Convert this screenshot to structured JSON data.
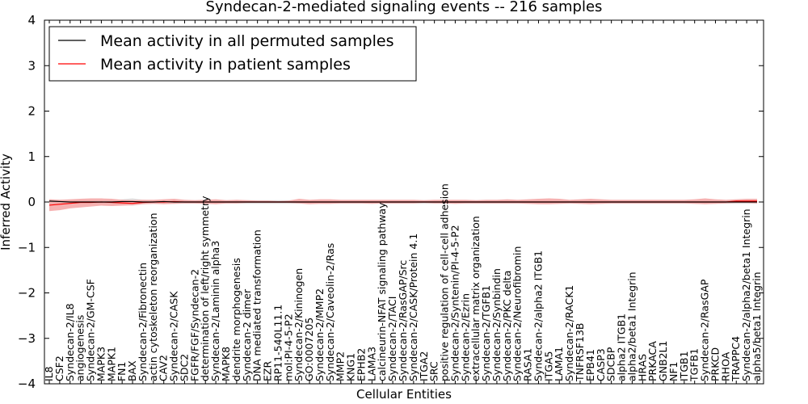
{
  "chart_data": {
    "type": "line",
    "title": "Syndecan-2-mediated signaling events -- 216 samples",
    "xlabel": "Cellular Entities",
    "ylabel": "Inferred Activity",
    "ylim": [
      -4,
      4
    ],
    "yticks": [
      -4,
      -3,
      -2,
      -1,
      0,
      1,
      2,
      3,
      4
    ],
    "legend_position": "top-left",
    "categories": [
      "IL8",
      "CSF2",
      "Syndecan-2/IL8",
      "angiogenesis",
      "Syndecan-2/GM-CSF",
      "MAPK3",
      "MAPK1",
      "FN1",
      "BAX",
      "Syndecan-2/Fibronectin",
      "actin cytoskeleton reorganization",
      "CAV2",
      "Syndecan-2/CASK",
      "SDC2",
      "FGFR/FGF/Syndecan-2",
      "determination of left/right symmetry",
      "Syndecan-2/Laminin alpha3",
      "MAPK8",
      "dendrite morphogenesis",
      "Syndecan-2 dimer",
      "DNA mediated transformation",
      "EZR",
      "RP11-540L11.1",
      "mol:PI-4-5-P2",
      "Syndecan-2/Kininogen",
      "GO:0007205",
      "Syndecan-2/MMP2",
      "Syndecan-2/Caveolin-2/Ras",
      "MMP2",
      "KNG1",
      "EPHB2",
      "LAMA3",
      "calcineurin-NFAT signaling pathway",
      "Syndecan-2/TACI",
      "Syndecan-2/RasGAP/Src",
      "Syndecan-2/CASK/Protein 4.1",
      "ITGA2",
      "SRC",
      "positive regulation of cell-cell adhesion",
      "Syndecan-2/Syntenin/PI-4-5-P2",
      "Syndecan-2/Ezrin",
      "extracellular matrix organization",
      "Syndecan-2/TGFB1",
      "Syndecan-2/Synbindin",
      "Syndecan-2/PKC delta",
      "Syndecan-2/Neurofibromin",
      "RASA1",
      "Syndecan-2/alpha2 ITGB1",
      "ITGA5",
      "LAMA1",
      "Syndecan-2/RACK1",
      "TNFRSF13B",
      "EPB41",
      "CASP3",
      "SDCBP",
      "alpha2 ITGB1",
      "alpha2/beta1 Integrin",
      "HRAS",
      "PRKACA",
      "GNB2L1",
      "NF1",
      "ITGB1",
      "TGFB1",
      "Syndecan-2/RasGAP",
      "PRKCD",
      "RHOA",
      "TRAPPC4",
      "Syndecan-2/alpha2/beta1 Integrin",
      "alpha5/beta1 Integrin"
    ],
    "series": [
      {
        "name": "Mean activity in all permuted samples",
        "color": "#000000",
        "values": [
          0.02,
          0.01,
          0.0,
          0.0,
          0.0,
          0.0,
          0.0,
          0.01,
          0.01,
          0.0,
          0.0,
          0.01,
          0.0,
          0.0,
          0.0,
          0.0,
          0.0,
          0.0,
          0.0,
          0.0,
          0.0,
          0.0,
          0.0,
          0.0,
          0.0,
          0.0,
          0.0,
          0.0,
          0.0,
          0.0,
          0.0,
          0.0,
          0.0,
          0.0,
          0.0,
          0.0,
          0.0,
          0.0,
          0.0,
          0.0,
          0.0,
          0.0,
          0.0,
          0.0,
          0.0,
          0.0,
          0.0,
          0.0,
          0.0,
          0.0,
          0.0,
          0.0,
          0.0,
          0.0,
          0.0,
          0.0,
          0.0,
          0.0,
          0.0,
          0.0,
          0.0,
          0.0,
          0.0,
          0.0,
          0.0,
          0.0,
          0.0,
          0.0,
          0.0
        ],
        "band_low": [
          -0.06,
          -0.05,
          -0.04,
          -0.04,
          -0.04,
          -0.04,
          -0.04,
          -0.06,
          -0.08,
          -0.05,
          -0.04,
          -0.04,
          -0.04,
          -0.04,
          -0.04,
          -0.04,
          -0.04,
          -0.04,
          -0.04,
          -0.04,
          -0.04,
          -0.04,
          -0.04,
          -0.04,
          -0.04,
          -0.04,
          -0.04,
          -0.04,
          -0.04,
          -0.04,
          -0.04,
          -0.04,
          -0.04,
          -0.04,
          -0.04,
          -0.04,
          -0.04,
          -0.04,
          -0.04,
          -0.04,
          -0.04,
          -0.04,
          -0.04,
          -0.04,
          -0.04,
          -0.04,
          -0.04,
          -0.04,
          -0.04,
          -0.04,
          -0.04,
          -0.04,
          -0.04,
          -0.04,
          -0.04,
          -0.04,
          -0.04,
          -0.04,
          -0.04,
          -0.04,
          -0.04,
          -0.04,
          -0.04,
          -0.04,
          -0.04,
          -0.04,
          -0.04,
          -0.04,
          -0.04
        ],
        "band_high": [
          0.06,
          0.05,
          0.04,
          0.04,
          0.04,
          0.04,
          0.04,
          0.06,
          0.08,
          0.05,
          0.04,
          0.04,
          0.04,
          0.04,
          0.04,
          0.04,
          0.04,
          0.04,
          0.04,
          0.04,
          0.04,
          0.04,
          0.04,
          0.04,
          0.04,
          0.04,
          0.04,
          0.04,
          0.04,
          0.04,
          0.04,
          0.04,
          0.04,
          0.04,
          0.04,
          0.04,
          0.04,
          0.04,
          0.04,
          0.04,
          0.04,
          0.04,
          0.04,
          0.04,
          0.04,
          0.04,
          0.04,
          0.04,
          0.04,
          0.04,
          0.04,
          0.04,
          0.04,
          0.04,
          0.04,
          0.04,
          0.04,
          0.04,
          0.04,
          0.04,
          0.04,
          0.04,
          0.04,
          0.04,
          0.04,
          0.04,
          0.04,
          0.04,
          0.04
        ]
      },
      {
        "name": "Mean activity in patient samples",
        "color": "#ff0000",
        "values": [
          -0.07,
          -0.05,
          -0.03,
          -0.01,
          -0.01,
          0.0,
          -0.01,
          -0.02,
          -0.03,
          -0.01,
          0.0,
          0.0,
          0.01,
          0.0,
          0.0,
          0.0,
          0.0,
          0.0,
          0.0,
          0.0,
          0.0,
          0.0,
          0.0,
          0.0,
          0.0,
          0.0,
          0.0,
          0.0,
          0.0,
          0.0,
          0.0,
          0.0,
          0.0,
          0.0,
          0.0,
          0.0,
          0.0,
          0.0,
          0.0,
          0.0,
          0.0,
          0.0,
          0.0,
          0.0,
          0.0,
          0.0,
          0.0,
          0.0,
          0.0,
          0.0,
          0.0,
          0.0,
          0.0,
          0.0,
          0.0,
          0.0,
          0.0,
          0.0,
          0.0,
          0.0,
          0.0,
          0.0,
          0.0,
          0.0,
          0.0,
          0.0,
          0.02,
          0.02,
          0.02
        ],
        "band_low": [
          -0.2,
          -0.18,
          -0.14,
          -0.12,
          -0.1,
          -0.08,
          -0.09,
          -0.08,
          -0.07,
          -0.05,
          -0.04,
          -0.05,
          -0.04,
          -0.03,
          -0.03,
          -0.04,
          -0.05,
          -0.03,
          -0.03,
          -0.02,
          -0.02,
          -0.02,
          -0.02,
          -0.02,
          -0.03,
          -0.05,
          -0.04,
          -0.04,
          -0.03,
          -0.03,
          -0.03,
          -0.04,
          -0.03,
          -0.03,
          -0.03,
          -0.03,
          -0.02,
          -0.03,
          -0.03,
          -0.04,
          -0.03,
          -0.03,
          -0.03,
          -0.03,
          -0.03,
          -0.03,
          -0.04,
          -0.05,
          -0.05,
          -0.04,
          -0.03,
          -0.04,
          -0.05,
          -0.04,
          -0.03,
          -0.03,
          -0.03,
          -0.03,
          -0.03,
          -0.03,
          -0.03,
          -0.03,
          -0.04,
          -0.05,
          -0.04,
          -0.03,
          -0.02,
          -0.02,
          -0.03
        ],
        "band_high": [
          0.06,
          0.05,
          0.06,
          0.07,
          0.08,
          0.08,
          0.07,
          0.05,
          0.04,
          0.05,
          0.05,
          0.06,
          0.07,
          0.05,
          0.04,
          0.05,
          0.06,
          0.04,
          0.05,
          0.04,
          0.03,
          0.03,
          0.02,
          0.03,
          0.07,
          0.05,
          0.06,
          0.06,
          0.05,
          0.05,
          0.05,
          0.05,
          0.05,
          0.05,
          0.05,
          0.05,
          0.04,
          0.05,
          0.05,
          0.05,
          0.05,
          0.04,
          0.05,
          0.05,
          0.06,
          0.05,
          0.06,
          0.07,
          0.08,
          0.07,
          0.05,
          0.06,
          0.07,
          0.06,
          0.05,
          0.05,
          0.05,
          0.05,
          0.05,
          0.05,
          0.05,
          0.05,
          0.06,
          0.08,
          0.06,
          0.05,
          0.06,
          0.07,
          0.07
        ]
      }
    ]
  },
  "colors": {
    "patient_band": "#f4a3a3",
    "permuted_band": "#d8d8d8",
    "axes": "#000000"
  }
}
